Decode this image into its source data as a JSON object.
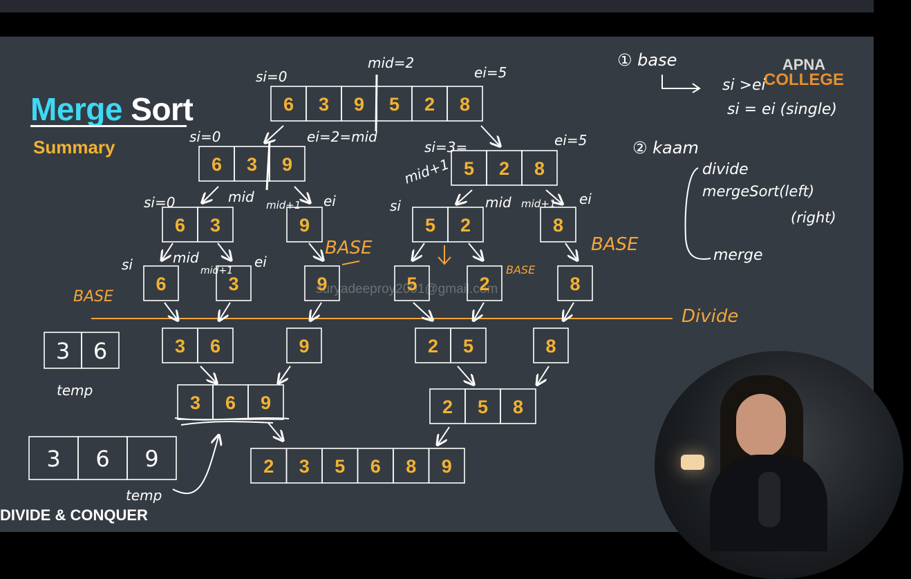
{
  "title": {
    "merge": "Merge",
    "sort": "Sort"
  },
  "subtitle": "Summary",
  "logo": {
    "line1": "APNA",
    "line2": "COLLEGE"
  },
  "footer_label": "DIVIDE & CONQUER",
  "watermark": "suryadeeproy2001@gmail.com",
  "colors": {
    "board": "#353b42",
    "number": "#f2b233",
    "merge": "#3fd8f5",
    "accent": "#f2a53a"
  },
  "arrays": {
    "root": [
      "6",
      "3",
      "9",
      "5",
      "2",
      "8"
    ],
    "left": [
      "6",
      "3",
      "9"
    ],
    "right": [
      "5",
      "2",
      "8"
    ],
    "l63": [
      "6",
      "3"
    ],
    "l9": [
      "9"
    ],
    "r52": [
      "5",
      "2"
    ],
    "r8": [
      "8"
    ],
    "leaf6": [
      "6"
    ],
    "leaf3": [
      "3"
    ],
    "leaf9": [
      "9"
    ],
    "leaf5": [
      "5"
    ],
    "leaf2": [
      "2"
    ],
    "leaf8": [
      "8"
    ],
    "m36": [
      "3",
      "6"
    ],
    "m9": [
      "9"
    ],
    "m25": [
      "2",
      "5"
    ],
    "m8": [
      "8"
    ],
    "m369": [
      "3",
      "6",
      "9"
    ],
    "m258": [
      "2",
      "5",
      "8"
    ],
    "final": [
      "2",
      "3",
      "5",
      "6",
      "8",
      "9"
    ],
    "temp_small": [
      "3",
      "6"
    ],
    "temp_big": [
      "3",
      "6",
      "9"
    ]
  },
  "annotations": {
    "si0": "si=0",
    "mid2": "mid=2",
    "ei5": "ei=5",
    "si0b": "si=0",
    "ei2mid": "ei=2=mid",
    "si3": "si=3=",
    "ei5b": "ei=5",
    "midp1": "mid+1",
    "si0c": "si=0",
    "mid_a": "mid",
    "midp1b": "mid+1",
    "ei_a": "ei",
    "si_a": "si",
    "mid_b": "mid",
    "midp1c": "mid+1",
    "ei_b": "ei",
    "si_b": "si",
    "mid_c": "mid",
    "midp1d": "mid+1",
    "ei_c": "ei",
    "base1": "BASE",
    "base2": "BASE",
    "base3": "BASE",
    "base4": "BASE",
    "divide": "Divide",
    "temp1": "temp",
    "temp2": "temp"
  },
  "notes": {
    "n1": "①  base",
    "n2": "si >ei",
    "n3": "si = ei (single)",
    "n4": "②  kaam",
    "n5": "divide",
    "n6": "mergeSort(left)",
    "n7": "(right)",
    "n8": "merge"
  }
}
